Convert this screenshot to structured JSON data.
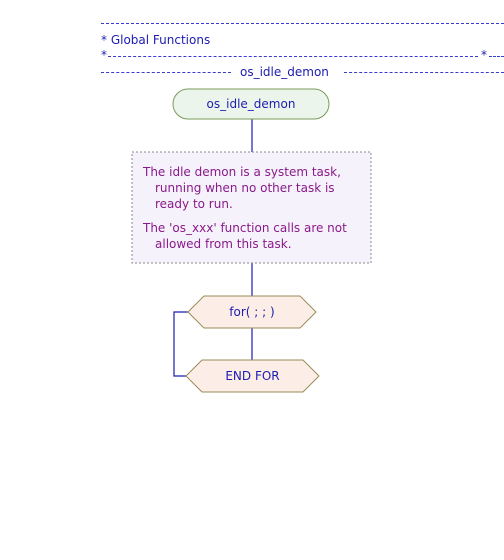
{
  "header": {
    "global_comment_label": "* Global Functions",
    "divider_star_left": "*",
    "divider_star_right": "*",
    "function_title": "os_idle_demon"
  },
  "flowchart": {
    "start_label": "os_idle_demon",
    "comment_lines": [
      "The idle demon is a system task,",
      "running when no other task is",
      "ready to run.",
      "The 'os_xxx' function calls are not",
      "allowed from this task."
    ],
    "loop_label": "for( ; ; )",
    "end_loop_label": "END FOR"
  },
  "colors": {
    "line": "#1c1cb0",
    "comment_text": "#8a1a8a",
    "loop_text": "#1c1cb0",
    "start_fill": "#ecf5ec",
    "start_stroke": "#7a9a5a",
    "comment_fill": "#f5f2fb",
    "comment_stroke": "#8a8a8a",
    "hex_fill": "#fceee6",
    "hex_stroke": "#9a8a5a"
  }
}
